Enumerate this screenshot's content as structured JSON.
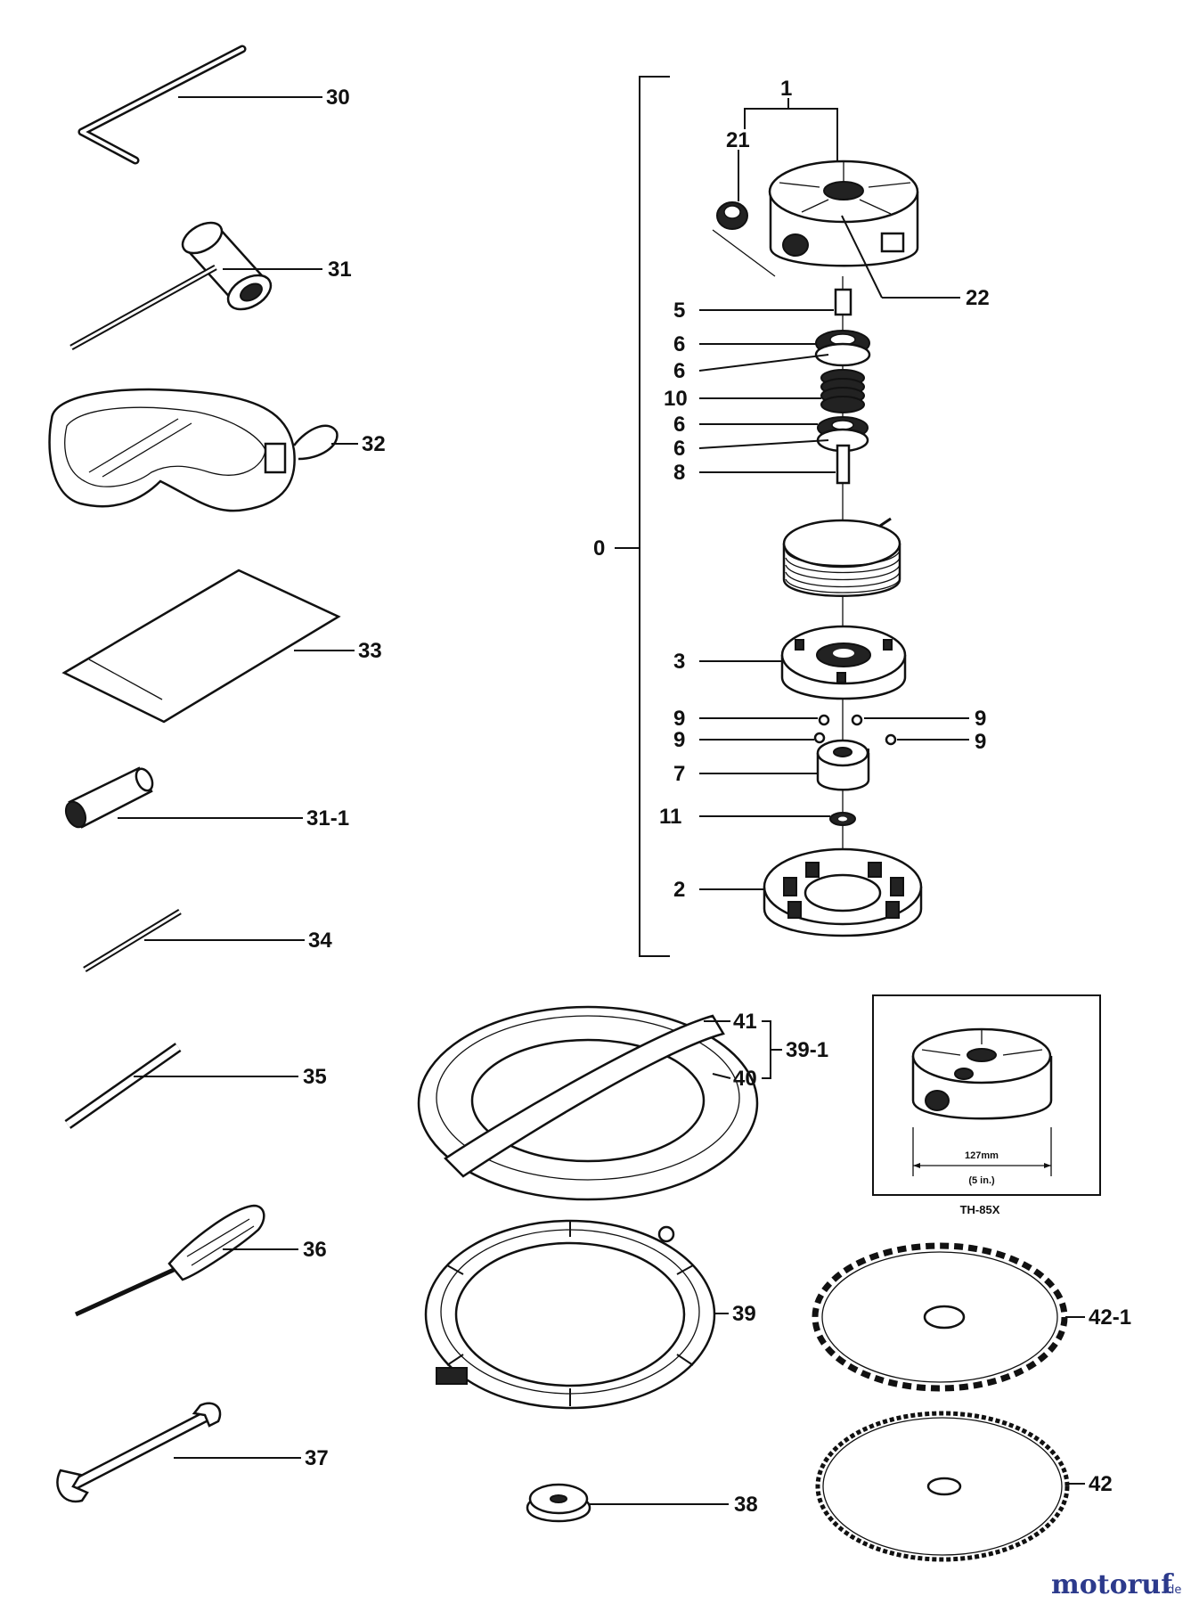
{
  "labels": {
    "l30": "30",
    "l31": "31",
    "l32": "32",
    "l33": "33",
    "l31_1": "31-1",
    "l34": "34",
    "l35": "35",
    "l36": "36",
    "l37": "37",
    "l38": "38",
    "l1": "1",
    "l21": "21",
    "l22": "22",
    "l5": "5",
    "l6a": "6",
    "l6b": "6",
    "l10": "10",
    "l6c": "6",
    "l6d": "6",
    "l8": "8",
    "l0": "0",
    "l3": "3",
    "l9a": "9",
    "l9b": "9",
    "l9c": "9",
    "l9d": "9",
    "l7": "7",
    "l11": "11",
    "l2": "2",
    "l41": "41",
    "l40": "40",
    "l39_1": "39-1",
    "l39": "39",
    "l42_1": "42-1",
    "l42": "42"
  },
  "inset": {
    "dim_line1": "127mm",
    "dim_line2": "(5 in.)",
    "caption": "TH-85X"
  },
  "watermark": {
    "brand": "motoruf",
    "suffix": ".de"
  }
}
